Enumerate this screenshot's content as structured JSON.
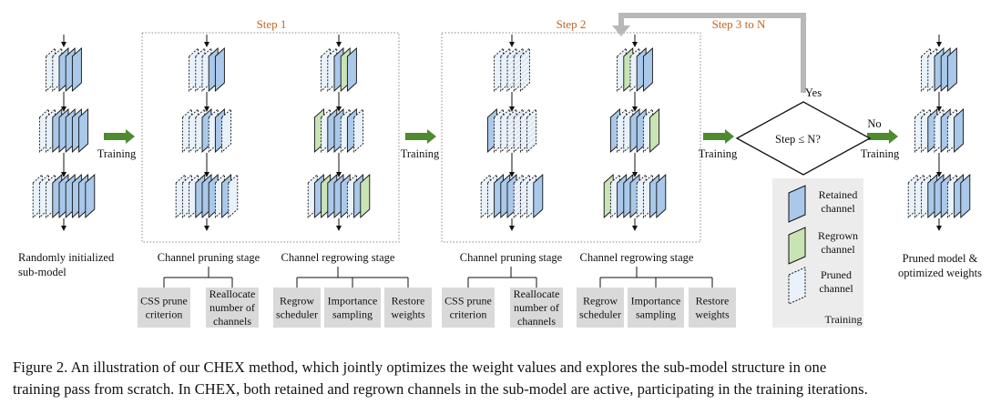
{
  "steps": {
    "step1": "Step 1",
    "step2": "Step 2",
    "step3": "Step 3 to N"
  },
  "labels": {
    "training": "Training",
    "yes": "Yes",
    "no": "No",
    "decision": "Step  ≤ N?",
    "initial_model": [
      "Randomly initialized",
      "sub-model"
    ],
    "final_model": [
      "Pruned model &",
      "optimized weights"
    ],
    "pruning_stage": "Channel pruning stage",
    "regrowing_stage": "Channel regrowing stage"
  },
  "pruning_boxes": [
    [
      "CSS prune",
      "criterion"
    ],
    [
      "Reallocate",
      "number of",
      "channels"
    ]
  ],
  "regrowing_boxes": [
    [
      "Regrow",
      "scheduler"
    ],
    [
      "Importance",
      "sampling"
    ],
    [
      "Restore",
      "weights"
    ]
  ],
  "legend": {
    "retained": [
      "Retained",
      "channel"
    ],
    "regrown": [
      "Regrown",
      "channel"
    ],
    "pruned": [
      "Pruned",
      "channel"
    ],
    "training": "Training"
  },
  "colors": {
    "retained": "#a9c8ea",
    "regrown": "#c9e4b4",
    "pruned": "#e9f1fa",
    "arrow_green": "#4e8a2e",
    "step_orange": "#c0651f",
    "box_gray": "#d9d9d9",
    "loop_gray": "#b8b8b8"
  },
  "caption": [
    "Figure 2.  An illustration of our CHEX method, which jointly optimizes the weight values and explores the sub-model structure in one",
    "training pass from scratch. In CHEX, both retained and regrown channels in the sub-model are active, participating in the training iterations."
  ]
}
